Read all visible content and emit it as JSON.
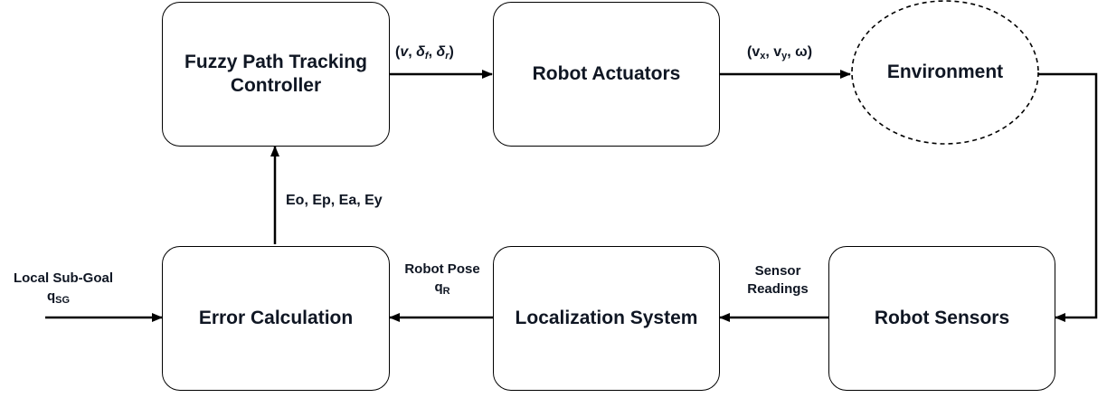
{
  "blocks": {
    "fuzzy_controller": {
      "line1": "Fuzzy Path Tracking",
      "line2": "Controller"
    },
    "robot_actuators": "Robot Actuators",
    "environment": "Environment",
    "robot_sensors": "Robot Sensors",
    "localization_system": "Localization System",
    "error_calculation": "Error Calculation"
  },
  "signals": {
    "controller_output": {
      "open": "(",
      "v": "v",
      "sep1": ", ",
      "delta": "δ",
      "sub_f": "f",
      "sep2": ", ",
      "sub_r": "r",
      "close": ")"
    },
    "actuator_output": {
      "open": "(v",
      "sub_x": "x",
      "mid": ", v",
      "sub_y": "y",
      "tail": ", ω)"
    },
    "errors": "Eo, Ep, Ea, Ey",
    "sensor_readings": {
      "line1": "Sensor",
      "line2": "Readings"
    },
    "robot_pose": {
      "line1": "Robot Pose",
      "q": "q",
      "sub": "R"
    },
    "local_subgoal": {
      "line1": "Local Sub-Goal",
      "q": "q",
      "sub": "SG"
    }
  }
}
